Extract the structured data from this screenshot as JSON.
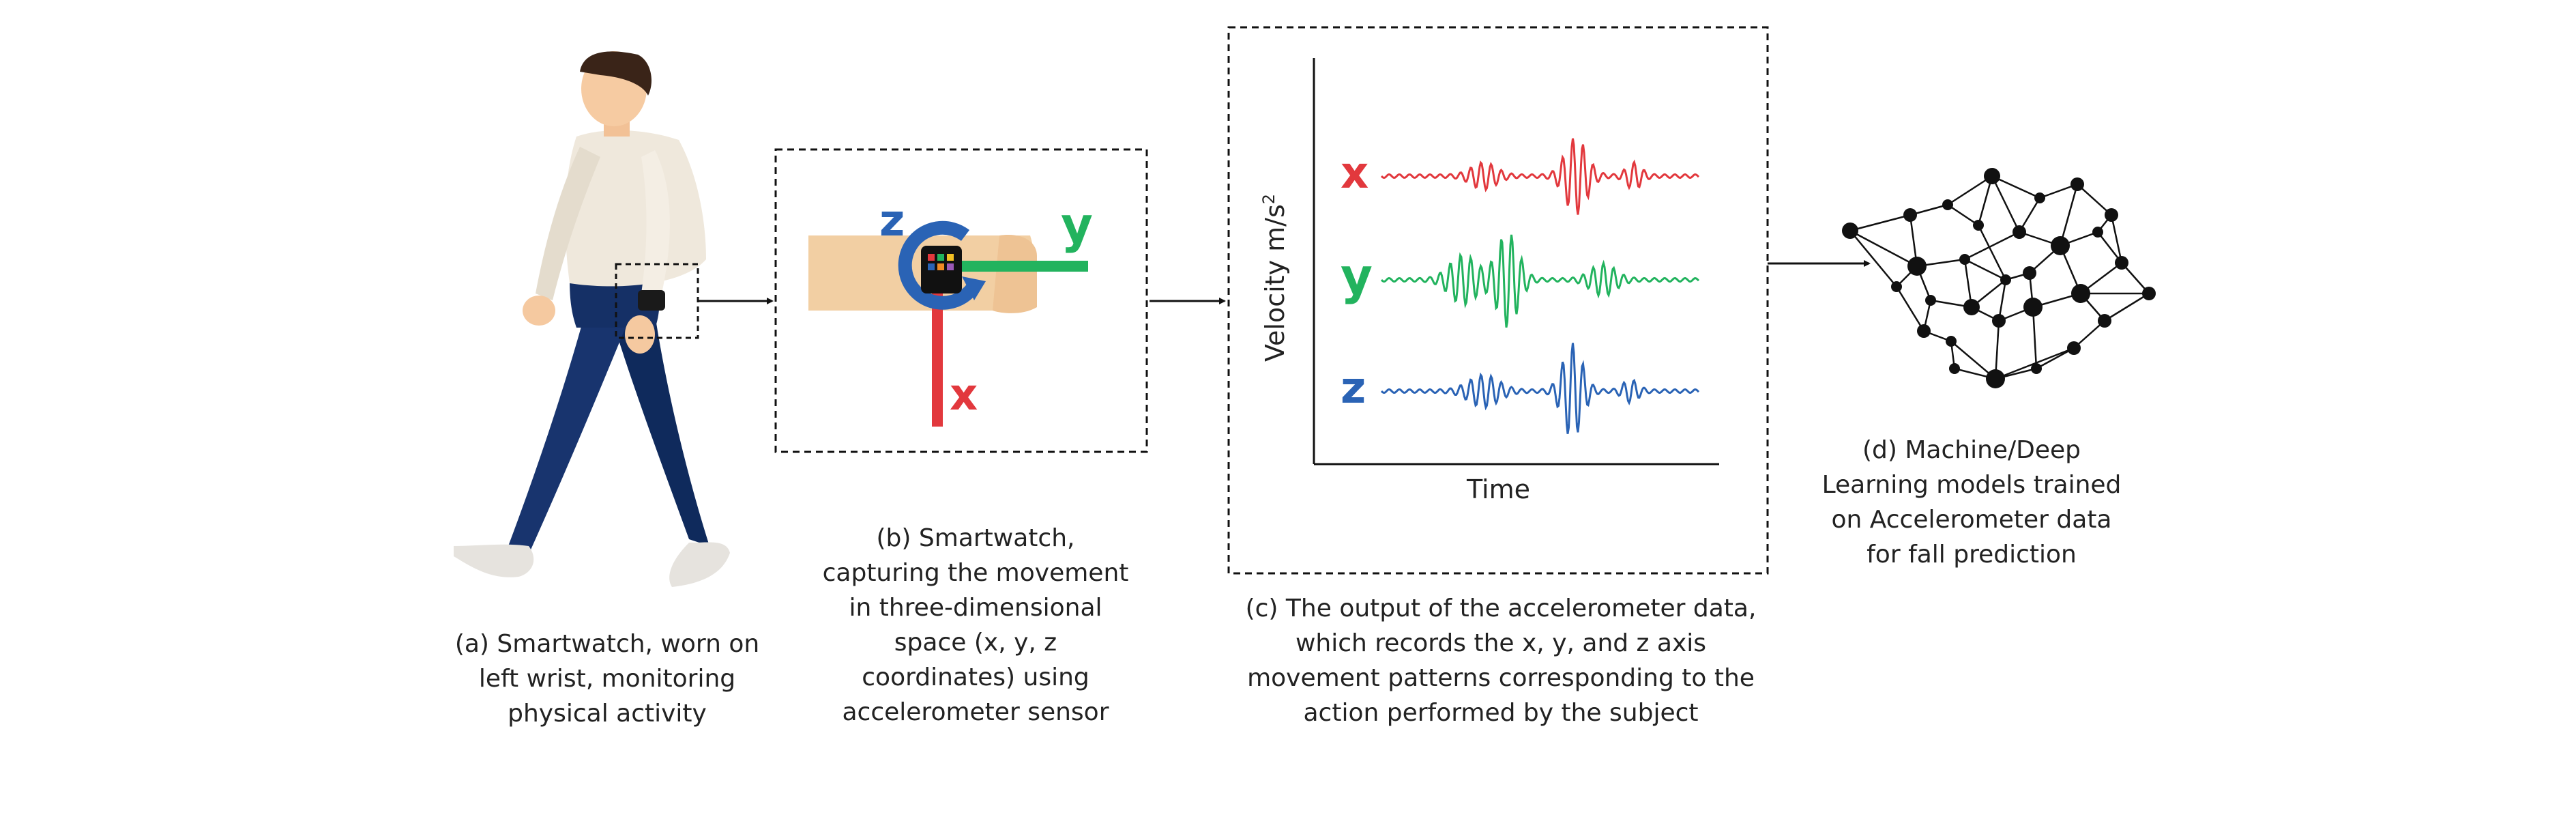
{
  "panel_a": {
    "caption_lines": [
      "(a) Smartwatch, worn on",
      "left wrist, monitoring",
      "physical activity"
    ]
  },
  "panel_b": {
    "axis_labels": {
      "z": "z",
      "y": "y",
      "x": "x"
    },
    "caption_lines": [
      "(b) Smartwatch,",
      "capturing the movement",
      "in three-dimensional",
      "space (x, y, z",
      "coordinates) using",
      "accelerometer sensor"
    ]
  },
  "panel_c": {
    "ylabel": "Velocity m/s",
    "ylabel_sup": "2",
    "xlabel": "Time",
    "series_labels": {
      "x": "x",
      "y": "y",
      "z": "z"
    },
    "colors": {
      "x": "#e2383d",
      "y": "#22b35e",
      "z": "#2a63b5"
    },
    "caption_lines": [
      "(c) The output of the accelerometer data,",
      "which records the x, y, and z axis",
      "movement patterns corresponding to the",
      "action performed by the subject"
    ]
  },
  "panel_d": {
    "caption_lines": [
      "(d) Machine/Deep",
      "Learning models trained",
      "on Accelerometer data",
      "for fall prediction"
    ]
  }
}
